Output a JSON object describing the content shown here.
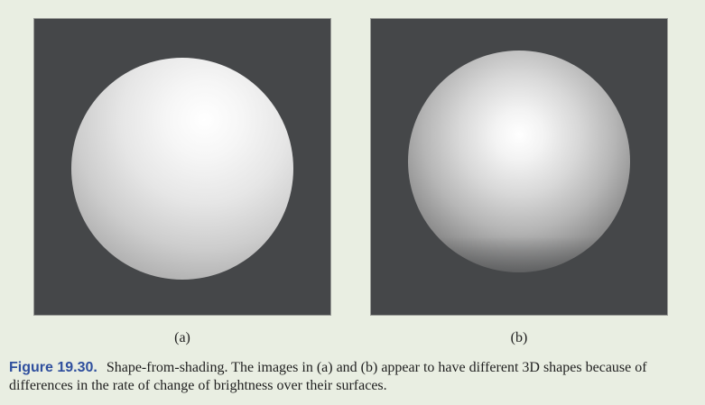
{
  "figure": {
    "panels": [
      {
        "label": "(a)"
      },
      {
        "label": "(b)"
      }
    ],
    "caption": {
      "number": "Figure 19.30.",
      "text": "Shape-from-shading. The images in (a) and (b) appear to have different 3D shapes because of differences in the rate of change of brightness over their surfaces."
    }
  },
  "colors": {
    "panel_background": "#454749",
    "page_background": "#e9eee2",
    "figure_number": "#2f4f9e"
  }
}
